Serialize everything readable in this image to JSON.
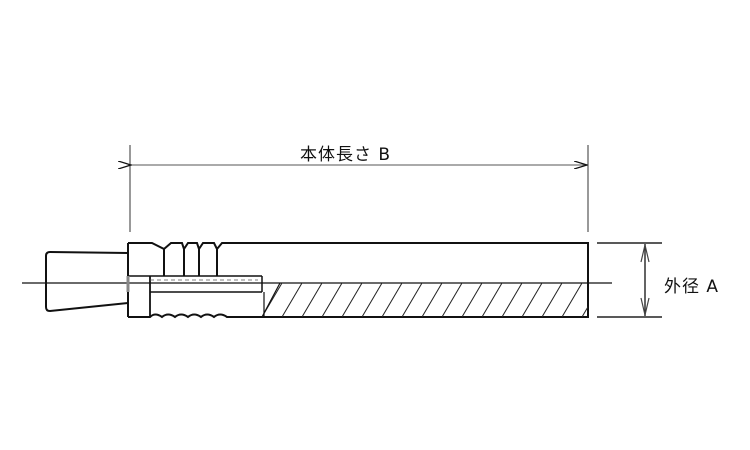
{
  "drawing": {
    "type": "technical-drawing",
    "subject": "sleeve-anchor",
    "dimensions": {
      "length": {
        "label": "本体長さ B",
        "name": "本体長さ",
        "symbol": "B"
      },
      "diameter": {
        "label": "外径 A",
        "name": "外径",
        "symbol": "A"
      }
    },
    "colors": {
      "line": "#111111",
      "background": "#ffffff"
    }
  }
}
